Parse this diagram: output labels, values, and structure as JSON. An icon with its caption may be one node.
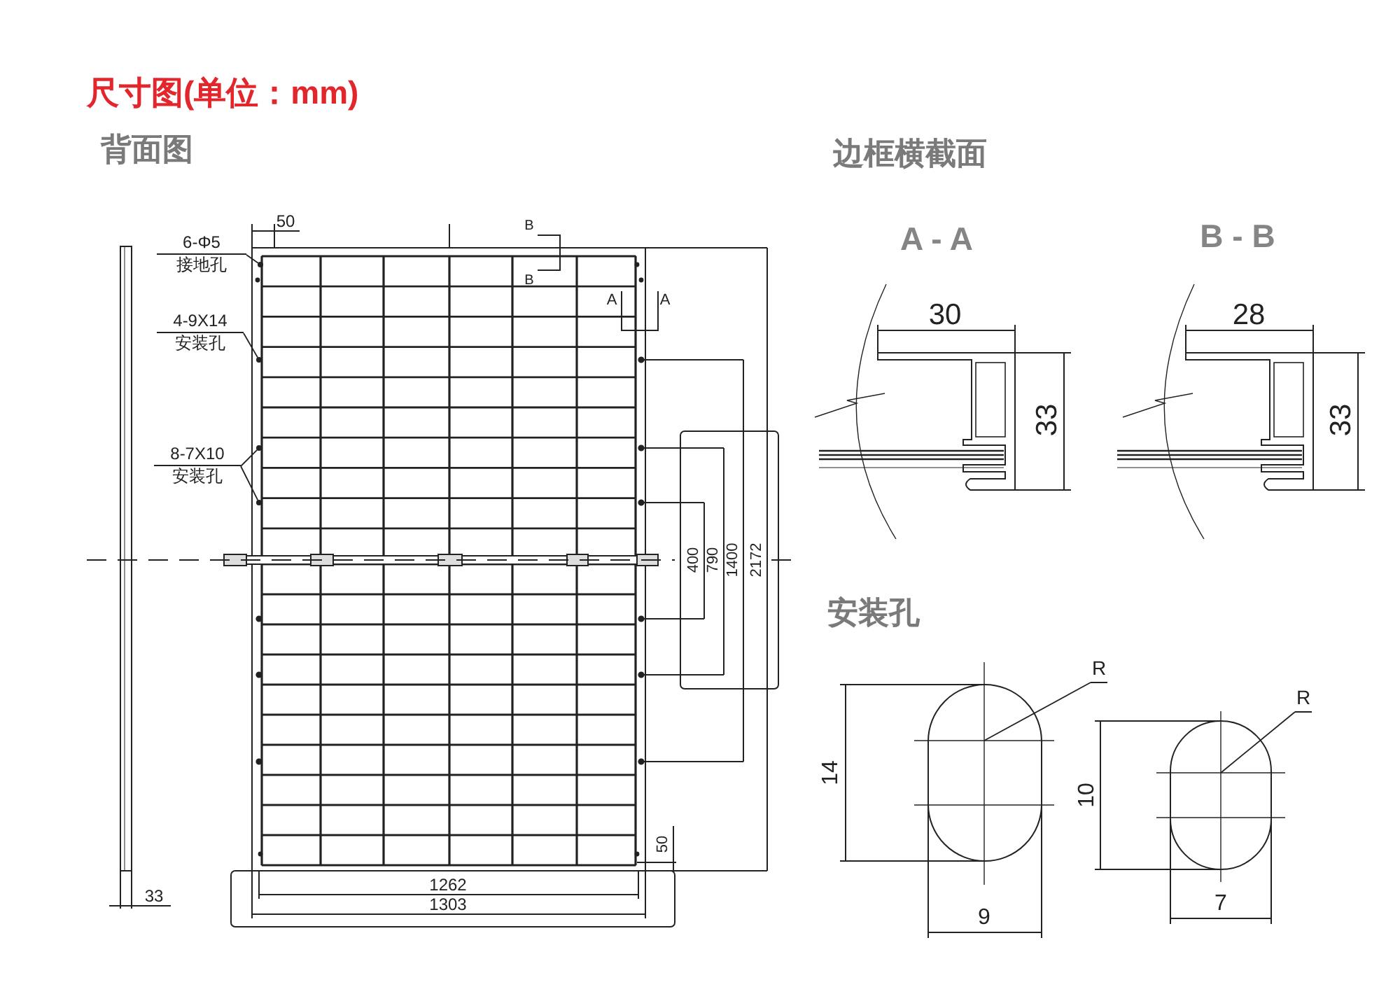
{
  "diagram": {
    "title": "尺寸图(单位：mm)",
    "nodes": [
      {
        "text": [
          "6-Φ5",
          "接地孔"
        ]
      },
      {
        "text": [
          "4-9X14",
          "安装孔"
        ]
      },
      {
        "text": [
          "8-7X10",
          "安装孔"
        ]
      },
      {
        "text": [
          "R"
        ]
      },
      {
        "text": [
          "R"
        ]
      },
      {
        "text": [],
        "shape": "circle"
      },
      {
        "text": [],
        "shape": "circle"
      },
      {
        "text": [],
        "shape": "circle"
      },
      {
        "text": [],
        "shape": "circle"
      }
    ],
    "edges": [
      {
        "from": 0,
        "to": 5,
        "arrow": "none"
      },
      {
        "from": 1,
        "to": 6,
        "arrow": "none"
      },
      {
        "from": 2,
        "to": 7,
        "arrow": "none"
      },
      {
        "from": 2,
        "to": 8,
        "arrow": "none"
      },
      {
        "from": 3,
        "to": null,
        "arrow": "none"
      },
      {
        "from": 4,
        "to": null,
        "arrow": "none"
      }
    ],
    "labels": [
      "背面图",
      "边框横截面",
      "A - A",
      "B - B",
      "安装孔",
      "50",
      "B",
      "B",
      "A",
      "A",
      "400",
      "790",
      "1400",
      "2172",
      "50",
      "1262",
      "1303",
      "33",
      "30",
      "33",
      "28",
      "33",
      "14",
      "9",
      "10",
      "7"
    ]
  }
}
